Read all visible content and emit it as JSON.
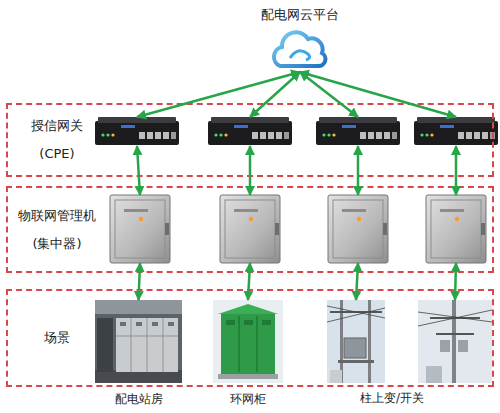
{
  "diagram": {
    "nodes": [
      {
        "text": [
          "配电网云平台"
        ]
      },
      {
        "text": [
          "授信网关 (CPE)"
        ]
      },
      {
        "text": [],
        "in": 1
      },
      {
        "text": [],
        "in": 1
      },
      {
        "text": [],
        "in": 1
      },
      {
        "text": [],
        "in": 1
      },
      {
        "text": [
          "物联网管理机 (集中器)"
        ]
      },
      {
        "text": [],
        "in": 6
      },
      {
        "text": [],
        "in": 6
      },
      {
        "text": [],
        "in": 6
      },
      {
        "text": [],
        "in": 6
      },
      {
        "text": [
          "场景"
        ]
      },
      {
        "text": [
          "配电站房"
        ],
        "in": 11
      },
      {
        "text": [
          "环网柜"
        ],
        "in": 11
      },
      {
        "text": [],
        "in": 11
      },
      {
        "text": [],
        "in": 11
      }
    ],
    "edges": [
      {
        "from": 0,
        "to": 2,
        "arrow": "both"
      },
      {
        "from": 0,
        "to": 3,
        "arrow": "both"
      },
      {
        "from": 0,
        "to": 4,
        "arrow": "both"
      },
      {
        "from": 0,
        "to": 5,
        "arrow": "both"
      },
      {
        "from": 2,
        "to": 7,
        "arrow": "both"
      },
      {
        "from": 3,
        "to": 8,
        "arrow": "both"
      },
      {
        "from": 4,
        "to": 9,
        "arrow": "both"
      },
      {
        "from": 5,
        "to": 10,
        "arrow": "both"
      },
      {
        "from": 7,
        "to": 12,
        "arrow": "both"
      },
      {
        "from": 8,
        "to": 13,
        "arrow": "both"
      },
      {
        "from": 9,
        "to": 14,
        "arrow": "both"
      },
      {
        "from": 10,
        "to": 15,
        "arrow": "both"
      }
    ],
    "labels": [
      "柱上变/开关"
    ]
  }
}
